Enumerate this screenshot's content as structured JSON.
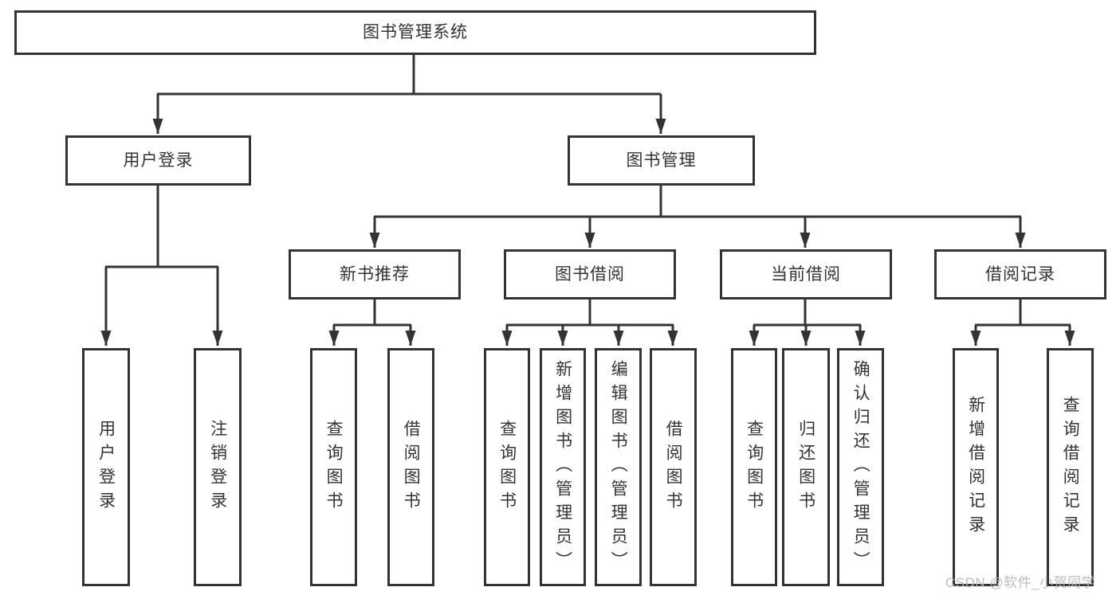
{
  "colors": {
    "line": "#333333",
    "text": "#333333",
    "box_background": "#ffffff",
    "page_background": "#ffffff",
    "watermark": "#b4b7bb"
  },
  "tree": {
    "root": "图书管理系统",
    "branches": [
      {
        "label": "用户登录",
        "children": [
          "用户登录",
          "注销登录"
        ]
      },
      {
        "label": "图书管理",
        "groups": [
          {
            "label": "新书推荐",
            "children": [
              "查询图书",
              "借阅图书"
            ]
          },
          {
            "label": "图书借阅",
            "children": [
              "查询图书",
              "新增图书（管理员）",
              "编辑图书（管理员）",
              "借阅图书"
            ]
          },
          {
            "label": "当前借阅",
            "children": [
              "查询图书",
              "归还图书",
              "确认归还（管理员）"
            ]
          },
          {
            "label": "借阅记录",
            "children": [
              "新增借阅记录",
              "查询借阅记录"
            ]
          }
        ]
      }
    ]
  },
  "watermark": "CSDN @软件_小贺同学"
}
